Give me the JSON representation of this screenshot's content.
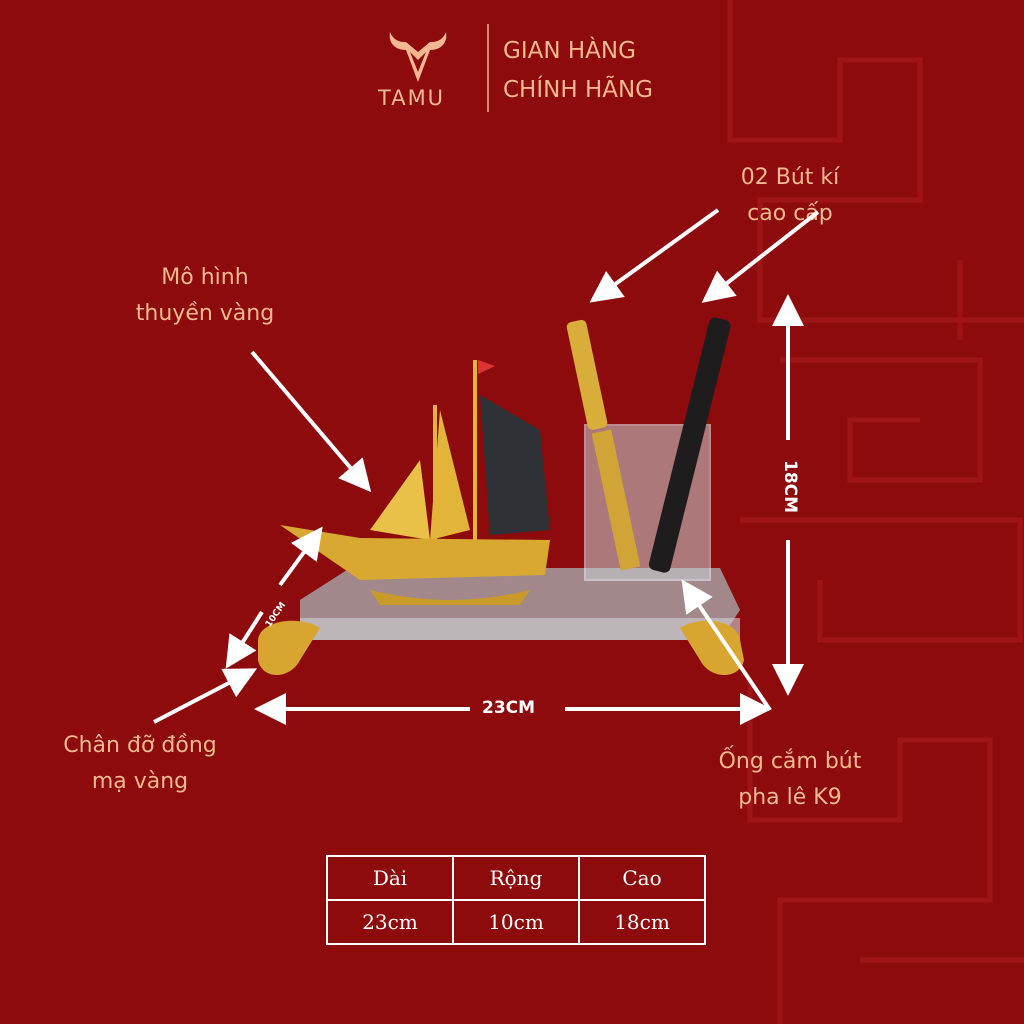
{
  "brand": {
    "logo_text": "TAMU",
    "line1": "GIAN HÀNG",
    "line2": "CHÍNH HÃNG"
  },
  "labels": {
    "pens": [
      "02 Bút kí",
      "cao cấp"
    ],
    "boat": [
      "Mô hình",
      "thuyền vàng"
    ],
    "feet": [
      "Chân đỡ đồng",
      "mạ vàng"
    ],
    "holder": [
      "Ống cắm bút",
      "pha lê K9"
    ]
  },
  "dimensions": {
    "length": "23CM",
    "width": "10CM",
    "height": "18CM"
  },
  "spec_table": {
    "headers": [
      "Dài",
      "Rộng",
      "Cao"
    ],
    "values": [
      "23cm",
      "10cm",
      "18cm"
    ]
  },
  "colors": {
    "background": "#8d0b0d",
    "accent": "#f4b891",
    "gold": "#e2b53a"
  }
}
